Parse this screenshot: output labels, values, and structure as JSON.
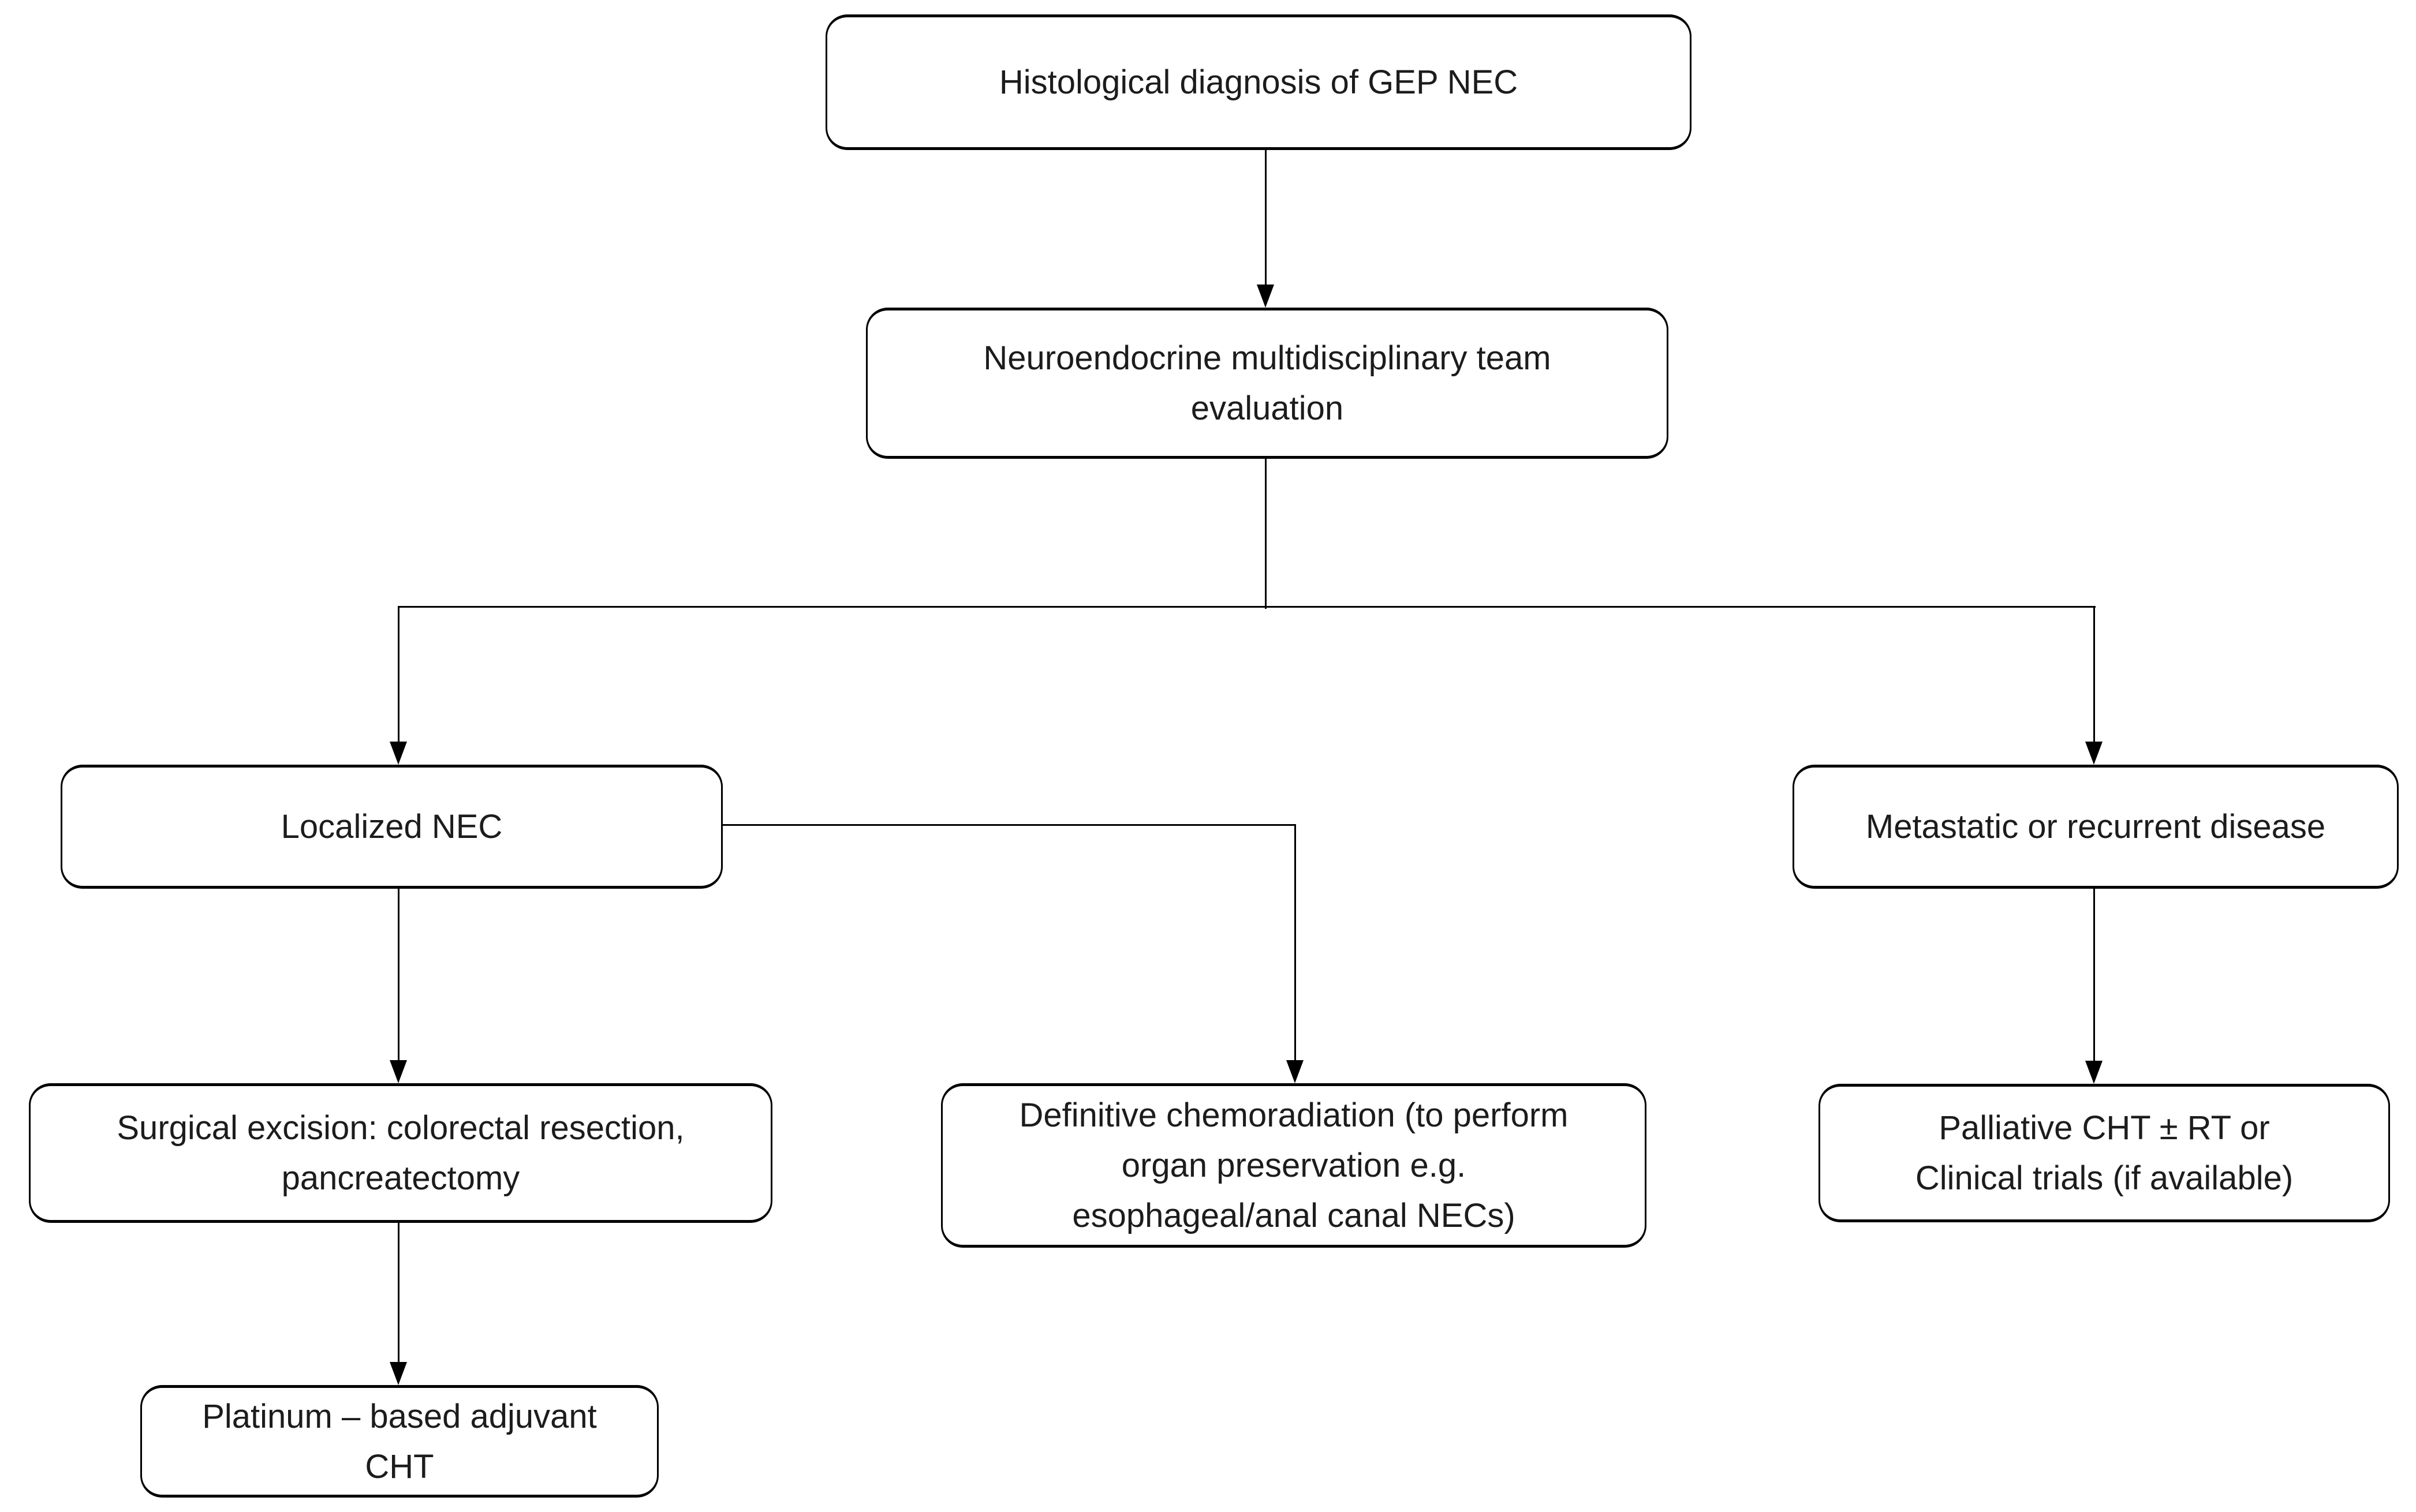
{
  "diagram": {
    "title": "GEP NEC treatment algorithm flowchart",
    "background_color": "#ffffff",
    "line_color": "#000000",
    "text_color": "#1c1c1c",
    "nodes": {
      "histological_diagnosis": {
        "label": "Histological diagnosis of GEP NEC"
      },
      "mdt_evaluation": {
        "label": "Neuroendocrine multidisciplinary team\nevaluation"
      },
      "localized_nec": {
        "label": "Localized NEC"
      },
      "metastatic_recurrent": {
        "label": "Metastatic or recurrent disease"
      },
      "surgical_excision": {
        "label": "Surgical excision: colorectal resection,\npancreatectomy"
      },
      "definitive_chemoradiation": {
        "label": "Definitive chemoradiation (to perform\norgan preservation  e.g.\nesophageal/anal canal NECs)"
      },
      "palliative_cht": {
        "label": "Palliative CHT ± RT or\nClinical trials (if available)"
      },
      "platinum_adjuvant_cht": {
        "label": "Platinum – based adjuvant\nCHT"
      }
    },
    "edges": [
      {
        "from": "histological_diagnosis",
        "to": "mdt_evaluation"
      },
      {
        "from": "mdt_evaluation",
        "to": "localized_nec"
      },
      {
        "from": "mdt_evaluation",
        "to": "metastatic_recurrent"
      },
      {
        "from": "localized_nec",
        "to": "surgical_excision"
      },
      {
        "from": "localized_nec",
        "to": "definitive_chemoradiation"
      },
      {
        "from": "metastatic_recurrent",
        "to": "palliative_cht"
      },
      {
        "from": "surgical_excision",
        "to": "platinum_adjuvant_cht"
      }
    ]
  }
}
